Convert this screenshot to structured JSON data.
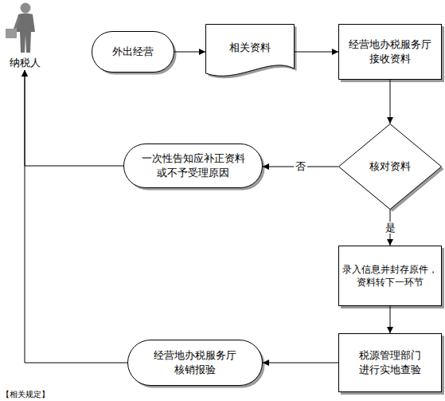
{
  "diagram": {
    "nodes": [
      {
        "text": [
          "纳税人"
        ]
      },
      {
        "text": [
          "外出经营"
        ]
      },
      {
        "text": [
          "相关资料"
        ]
      },
      {
        "text": [
          "经营地办税服务厅接收资料"
        ]
      },
      {
        "text": [
          "核对资料"
        ]
      },
      {
        "text": [
          "一次性告知应补正资料或不予受理原因"
        ]
      },
      {
        "text": [
          "录入信息并封存原件，资料转下一环节"
        ]
      },
      {
        "text": [
          "税源管理部门进行实地查验"
        ]
      },
      {
        "text": [
          "经营地办税服务厅核销报验"
        ]
      }
    ],
    "edges": [
      {
        "from": 1,
        "to": 2,
        "arrow": "to"
      },
      {
        "from": 2,
        "to": 3,
        "arrow": "to"
      },
      {
        "from": 3,
        "to": 4,
        "arrow": "to"
      },
      {
        "from": 4,
        "to": 5,
        "label": "否",
        "arrow": "to"
      },
      {
        "from": 4,
        "to": 6,
        "label": "是",
        "arrow": "to"
      },
      {
        "from": 6,
        "to": 7,
        "arrow": "to"
      },
      {
        "from": 7,
        "to": 8,
        "arrow": "to"
      },
      {
        "from": 5,
        "to": 0,
        "arrow": "to"
      },
      {
        "from": 8,
        "to": 0,
        "arrow": "to"
      }
    ],
    "labels": [
      "【相关规定】"
    ]
  }
}
